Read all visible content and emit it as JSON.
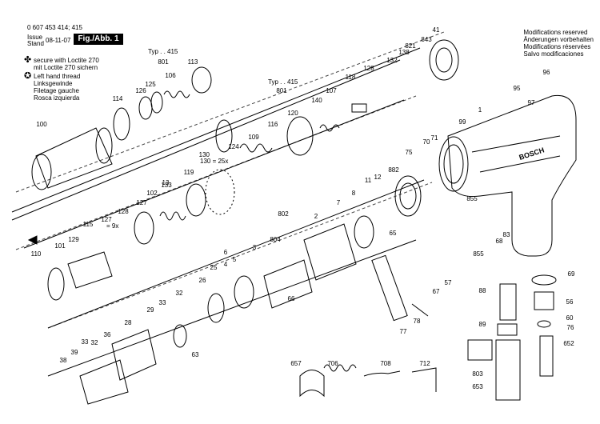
{
  "header": {
    "doc_number": "0 607 453 414; 415",
    "issue_label": "Issue",
    "stand_label": "Stand",
    "date": "08-11-07",
    "figure": "Fig./Abb. 1"
  },
  "legend": {
    "loctite_symbol": "✤",
    "loctite_lines": [
      "secure with Loctite 270",
      "mit Loctite 270 sichern"
    ],
    "left_hand_symbol": "✪",
    "left_hand_lines": [
      "Left hand thread",
      "Linksgewinde",
      "Filetage gauche",
      "Rosca izquierda"
    ]
  },
  "modifications": [
    "Modifications reserved",
    "Änderungen vorbehalten",
    "Modifications réservées",
    "Salvo modificaciones"
  ],
  "typ_labels": [
    "Typ . . 415",
    "Typ . . 415"
  ],
  "brand": "BOSCH",
  "count_notes": {
    "balls": "130 = 25x",
    "pins": "= 9x"
  },
  "part_numbers": {
    "p1": "1",
    "p2": "2",
    "p3": "3",
    "p4": "4",
    "p5": "5",
    "p6": "6",
    "p7": "7",
    "p8": "8",
    "p11": "11",
    "p12": "12",
    "p13": "13",
    "p25": "25",
    "p26": "26",
    "p28": "28",
    "p29": "29",
    "p32a": "32",
    "p32b": "32",
    "p33a": "33",
    "p33b": "33",
    "p36": "36",
    "p38": "38",
    "p39": "39",
    "p41": "41",
    "p56": "56",
    "p57": "57",
    "p60": "60",
    "p63": "63",
    "p65": "65",
    "p66": "66",
    "p67": "67",
    "p68": "68",
    "p69": "69",
    "p70": "70",
    "p71": "71",
    "p75": "75",
    "p76": "76",
    "p77": "77",
    "p78": "78",
    "p83": "83",
    "p88": "88",
    "p89": "89",
    "p95": "95",
    "p96": "96",
    "p97": "97",
    "p99": "99",
    "p100": "100",
    "p101": "101",
    "p102": "102",
    "p106": "106",
    "p107": "107",
    "p109": "109",
    "p110": "110",
    "p113": "113",
    "p114": "114",
    "p115": "115",
    "p116": "116",
    "p118": "118",
    "p119": "119",
    "p120": "120",
    "p124": "124",
    "p125": "125",
    "p126": "126",
    "p127a": "127",
    "p127b": "127",
    "p128a": "128",
    "p128b": "128",
    "p129": "129",
    "p130": "130",
    "p132": "132",
    "p133": "133",
    "p138": "138",
    "p140": "140",
    "p652": "652",
    "p653": "653",
    "p657": "657",
    "p706": "706",
    "p708": "708",
    "p712": "712",
    "p801a": "801",
    "p801b": "801",
    "p802": "802",
    "p803": "803",
    "p804": "804",
    "p821": "821",
    "p843": "843",
    "p855a": "855",
    "p855b": "855",
    "p882": "882"
  },
  "colors": {
    "ink": "#000000",
    "hatch": "#555555",
    "dash": "#444444",
    "paper": "#ffffff"
  }
}
